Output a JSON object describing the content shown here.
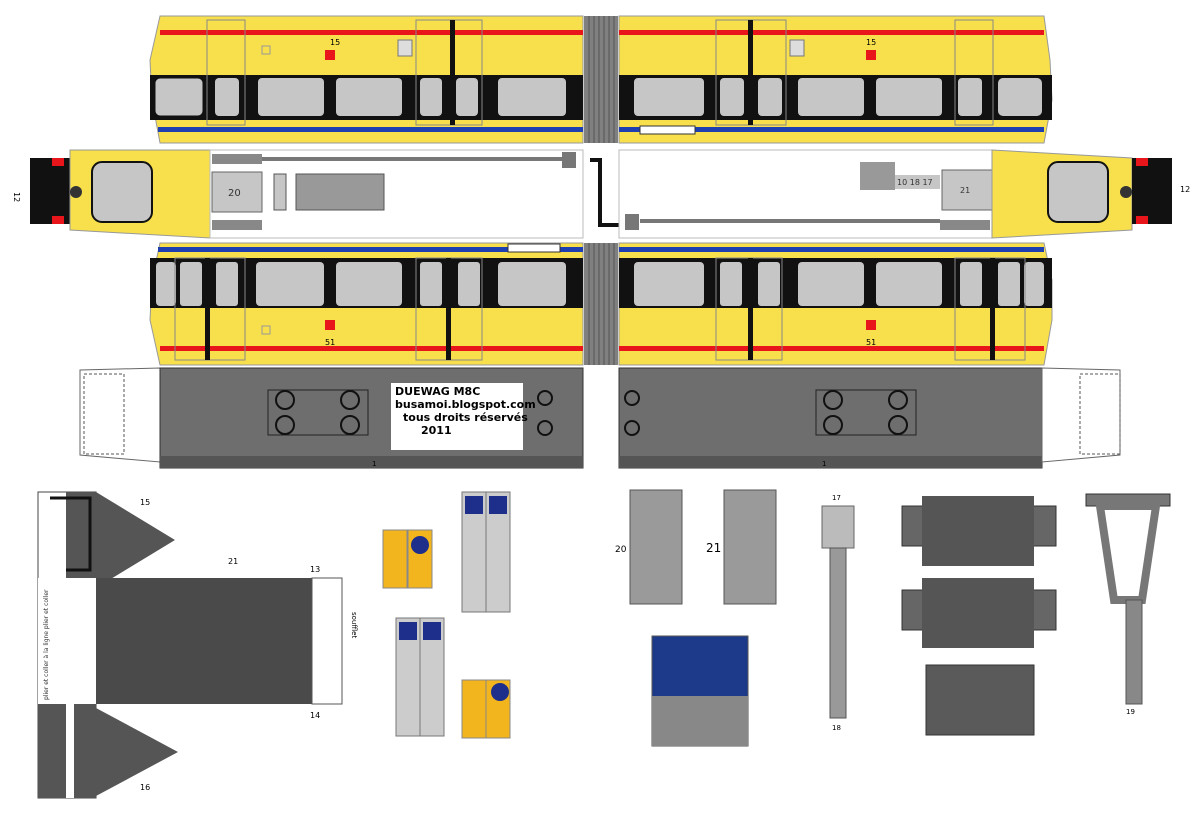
{
  "caption": {
    "line1": "DUEWAG  M8C",
    "line2": "busamoi.blogspot.com",
    "line3": "tous  droits  réservés",
    "line4": "2011"
  },
  "roof_labels": {
    "left_panel": "20",
    "right_group": "10  18  17",
    "right_panel": "21",
    "end_left": "12",
    "end_right": "12"
  },
  "car_side_labels": {
    "top_a": "15",
    "top_b": "15",
    "bottom_a": "51",
    "bottom_b": "51"
  },
  "floor_labels": {
    "left": "1",
    "right": "1"
  },
  "parts_labels": {
    "tri_top": "15",
    "tri_bottom": "16",
    "tab_13": "13",
    "tab_14": "14",
    "tab_21top": "21",
    "joint_vertical_text": "soufflet",
    "glue_text": "plier et coller à la ligne plier et coller",
    "bogie_20": "20",
    "bogie_21": "21",
    "pole_top": "17",
    "pole_bottom": "18",
    "pantograph_label": "19"
  },
  "colors": {
    "body_yellow": "#f7e04b",
    "stripe_red": "#e8151b",
    "stripe_blue": "#1d3fb0",
    "window_grey": "#c6c6c6",
    "dark_grey": "#595959",
    "black": "#111111"
  }
}
